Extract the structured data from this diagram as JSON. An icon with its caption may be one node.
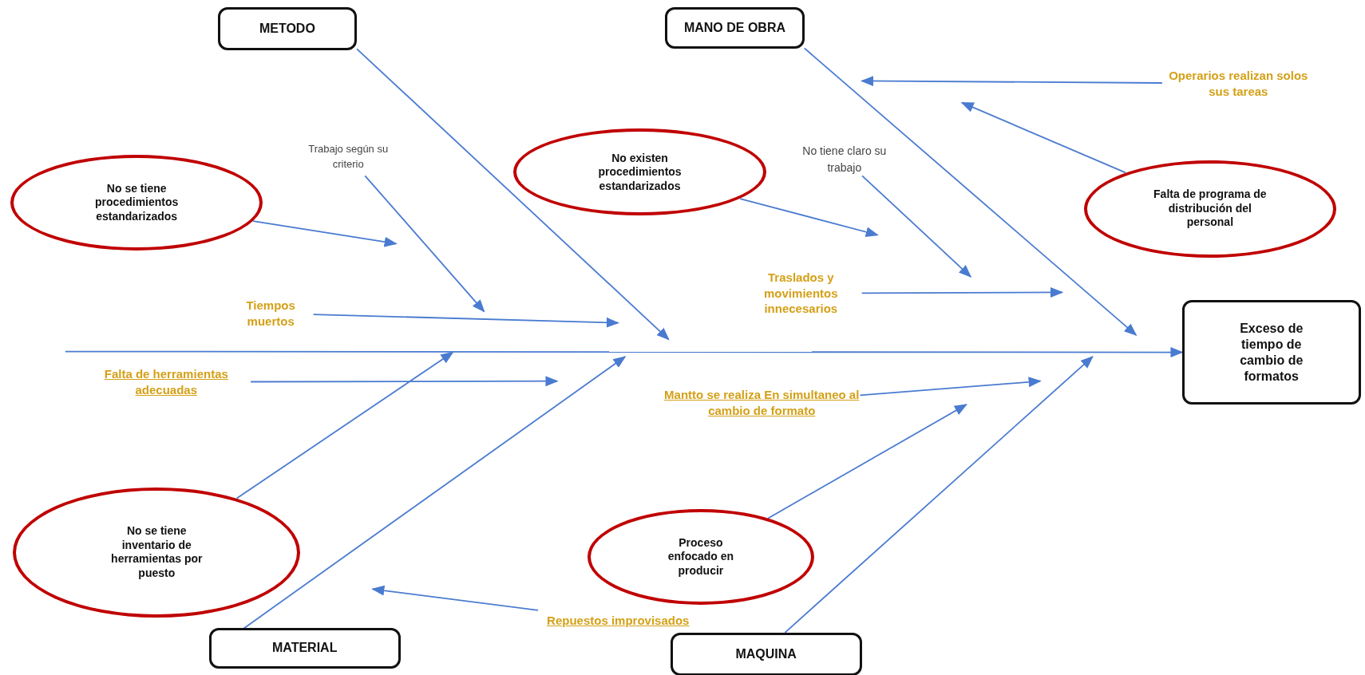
{
  "diagram": {
    "nodes": [
      {
        "text": [
          "METODO"
        ]
      },
      {
        "text": [
          "MANO DE OBRA"
        ]
      },
      {
        "text": [
          "Operarios realizan solos sus tareas"
        ]
      },
      {
        "text": [
          "Trabajo según su criterio"
        ]
      },
      {
        "text": [
          "No se tiene procedimientos estandarizados"
        ]
      },
      {
        "text": [
          "No existen procedimientos estandarizados"
        ]
      },
      {
        "text": [
          "No tiene claro su trabajo"
        ]
      },
      {
        "text": [
          "Falta de programa de distribución del personal"
        ]
      },
      {
        "text": [
          "Traslados y movimientos innecesarios"
        ]
      },
      {
        "text": [
          "Tiempos muertos"
        ]
      },
      {
        "text": [
          "Exceso de tiempo de cambio de formatos"
        ]
      },
      {
        "text": [
          "Falta de herramientas adecuadas"
        ]
      },
      {
        "text": [
          "Mantto se realiza En simultaneo al cambio de formato"
        ]
      },
      {
        "text": [
          "No se tiene inventario de herramientas por puesto"
        ]
      },
      {
        "text": [
          "Proceso enfocado en producir"
        ]
      },
      {
        "text": [
          "Repuestos improvisados"
        ]
      },
      {
        "text": [
          "MATERIAL"
        ]
      },
      {
        "text": [
          "MAQUINA"
        ]
      }
    ],
    "edges": [
      {
        "from": null,
        "to": 10,
        "arrow": "to"
      },
      {
        "from": 0,
        "to": null,
        "arrow": "to"
      },
      {
        "from": 1,
        "to": null,
        "arrow": "to"
      },
      {
        "from": 16,
        "to": null,
        "arrow": "to"
      },
      {
        "from": 17,
        "to": null,
        "arrow": "to"
      },
      {
        "from": 2,
        "to": null,
        "arrow": "to"
      },
      {
        "from": 7,
        "to": null,
        "arrow": "to"
      },
      {
        "from": 3,
        "to": null,
        "arrow": "to"
      },
      {
        "from": 4,
        "to": null,
        "arrow": "to"
      },
      {
        "from": 9,
        "to": null,
        "arrow": "to"
      },
      {
        "from": 5,
        "to": null,
        "arrow": "to"
      },
      {
        "from": 6,
        "to": null,
        "arrow": "to"
      },
      {
        "from": 8,
        "to": null,
        "arrow": "to"
      },
      {
        "from": 11,
        "to": null,
        "arrow": "to"
      },
      {
        "from": 13,
        "to": null,
        "arrow": "to"
      },
      {
        "from": 15,
        "to": null,
        "arrow": "to"
      },
      {
        "from": 12,
        "to": null,
        "arrow": "to"
      },
      {
        "from": 14,
        "to": null,
        "arrow": "to"
      }
    ]
  }
}
